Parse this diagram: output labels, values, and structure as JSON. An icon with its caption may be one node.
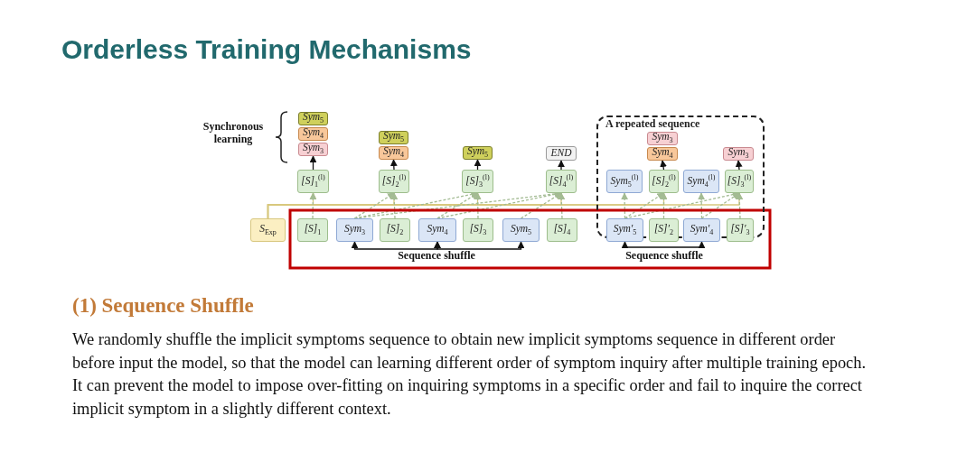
{
  "diagram": {
    "title": "Orderless Training Mechanisms",
    "nodes": [
      {
        "text": [
          "A repeated sequence"
        ]
      },
      {
        "text": [
          "Sym$_{5}$"
        ]
      },
      {
        "text": [
          "Sym$_{4}$"
        ]
      },
      {
        "text": [
          "Sym$_{3}$"
        ]
      },
      {
        "text": [
          "Sym$_{5}$"
        ]
      },
      {
        "text": [
          "Sym$_{4}$"
        ]
      },
      {
        "text": [
          "Sym$_{5}$"
        ]
      },
      {
        "text": [
          "END"
        ]
      },
      {
        "text": [
          "Sym$_{3}$"
        ],
        "in": 0
      },
      {
        "text": [
          "Sym$_{4}$"
        ],
        "in": 0
      },
      {
        "text": [
          "Sym$_{3}$"
        ],
        "in": 0
      },
      {
        "text": [
          "[S]$_{1}$$^{(l)}$"
        ]
      },
      {
        "text": [
          "[S]$_{2}$$^{(l)}$"
        ]
      },
      {
        "text": [
          "[S]$_{3}$$^{(l)}$"
        ]
      },
      {
        "text": [
          "[S]$_{4}$$^{(l)}$"
        ]
      },
      {
        "text": [
          "Sym$_{5}$$^{(l)}$"
        ],
        "in": 0
      },
      {
        "text": [
          "[S]$_{2}$$^{(l)}$"
        ],
        "in": 0
      },
      {
        "text": [
          "Sym$_{4}$$^{(l)}$"
        ],
        "in": 0
      },
      {
        "text": [
          "[S]$_{3}$$^{(l)}$"
        ],
        "in": 0
      },
      {
        "text": [
          "S$_{Exp}$"
        ]
      },
      {
        "text": [
          "[S]$_{1}$"
        ]
      },
      {
        "text": [
          "Sym$_{3}$"
        ]
      },
      {
        "text": [
          "[S]$_{2}$"
        ]
      },
      {
        "text": [
          "Sym$_{4}$"
        ]
      },
      {
        "text": [
          "[S]$_{3}$"
        ]
      },
      {
        "text": [
          "Sym$_{5}$"
        ]
      },
      {
        "text": [
          "[S]$_{4}$"
        ]
      },
      {
        "text": [
          "Sym′$_{5}$"
        ],
        "in": 0
      },
      {
        "text": [
          "[S]′$_{2}$"
        ],
        "in": 0
      },
      {
        "text": [
          "Sym′$_{4}$"
        ],
        "in": 0
      },
      {
        "text": [
          "[S]′$_{3}$"
        ],
        "in": 0
      }
    ],
    "edges": [
      {
        "from": 11,
        "to": 3,
        "arrow": "to",
        "color": "#111111"
      },
      {
        "from": 12,
        "to": 5,
        "arrow": "to",
        "color": "#111111"
      },
      {
        "from": 13,
        "to": 6,
        "arrow": "to",
        "color": "#111111"
      },
      {
        "from": 14,
        "to": 7,
        "arrow": "to",
        "color": "#111111"
      },
      {
        "from": 16,
        "to": 9,
        "arrow": "to",
        "color": "#111111"
      },
      {
        "from": 18,
        "to": 10,
        "arrow": "to",
        "color": "#111111"
      },
      {
        "from": 19,
        "to": 11,
        "arrow": "to",
        "color": "#d8c77e"
      },
      {
        "from": 19,
        "to": 12,
        "arrow": "to",
        "color": "#d8c77e"
      },
      {
        "from": 19,
        "to": 13,
        "arrow": "to",
        "color": "#d8c77e"
      },
      {
        "from": 19,
        "to": 14,
        "arrow": "to",
        "color": "#d8c77e"
      },
      {
        "from": 19,
        "to": 16,
        "arrow": "to",
        "color": "#d8c77e"
      },
      {
        "from": 19,
        "to": 18,
        "arrow": "to",
        "color": "#d8c77e"
      },
      {
        "from": 20,
        "to": 11,
        "arrow": "to",
        "style": "dashed"
      },
      {
        "from": 21,
        "to": 12,
        "arrow": "to",
        "style": "dashed"
      },
      {
        "from": 22,
        "to": 12,
        "arrow": "to",
        "style": "dashed"
      },
      {
        "from": 21,
        "to": 13,
        "arrow": "to",
        "style": "dashed"
      },
      {
        "from": 23,
        "to": 13,
        "arrow": "to",
        "style": "dashed"
      },
      {
        "from": 24,
        "to": 13,
        "arrow": "to",
        "style": "dashed"
      },
      {
        "from": 21,
        "to": 14,
        "arrow": "to",
        "style": "dashed"
      },
      {
        "from": 23,
        "to": 14,
        "arrow": "to",
        "style": "dashed"
      },
      {
        "from": 25,
        "to": 14,
        "arrow": "to",
        "style": "dashed"
      },
      {
        "from": 26,
        "to": 14,
        "arrow": "to",
        "style": "dashed"
      },
      {
        "from": 27,
        "to": 15,
        "arrow": "to",
        "style": "dashed"
      },
      {
        "from": 27,
        "to": 16,
        "arrow": "to",
        "style": "dashed"
      },
      {
        "from": 28,
        "to": 16,
        "arrow": "to",
        "style": "dashed"
      },
      {
        "from": 29,
        "to": 17,
        "arrow": "to",
        "style": "dashed"
      },
      {
        "from": 27,
        "to": 18,
        "arrow": "to",
        "style": "dashed"
      },
      {
        "from": 29,
        "to": 18,
        "arrow": "to",
        "style": "dashed"
      },
      {
        "from": 30,
        "to": 18,
        "arrow": "to",
        "style": "dashed"
      },
      {
        "from": 21,
        "to": 23,
        "arrow": "both",
        "color": "#111111"
      },
      {
        "from": 23,
        "to": 25,
        "arrow": "both",
        "color": "#111111"
      },
      {
        "from": 27,
        "to": 29,
        "arrow": "both",
        "color": "#111111"
      }
    ],
    "labels": [
      "Synchronous learning",
      "Sequence shuffle",
      "Sequence shuffle",
      "(1) Sequence Shuffle",
      "We randomly shuffle the implicit symptoms sequence to obtain new implicit symptoms sequence in different order before input the model, so that the model can learning different order of symptom inquiry after multiple training epoch. It can prevent the model to impose over-fitting on inquiring symptoms in a specific order and fail to inquire the correct implicit symptom in a slightly different context."
    ]
  }
}
